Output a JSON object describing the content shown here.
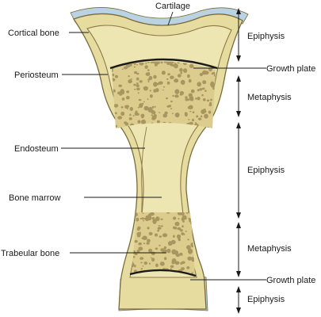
{
  "labels": {
    "cartilage": "Cartilage",
    "cortical_bone": "Cortical bone",
    "periosteum": "Periosteum",
    "endosteum": "Endosteum",
    "bone_marrow": "Bone marrow",
    "trabecular_bone": "Trabeular bone",
    "growth_plate_top": "Growth plate",
    "growth_plate_bottom": "Growth plate"
  },
  "regions": {
    "epiphysis_top": "Epiphysis",
    "metaphysis_top": "Metaphysis",
    "diaphysis": "Epiphysis",
    "metaphysis_bottom": "Metaphysis",
    "epiphysis_bottom": "Epiphysis"
  },
  "colors": {
    "cartilage": "#b9d3e3",
    "cortical": "#e6dca0",
    "outline": "#7a6a3a",
    "cortex_line": "#8c7a45",
    "marrow": "#ede5b2",
    "trabecular_fill": "#dccd8e",
    "trabecular_dots": "#a89560",
    "growth_plate": "#1a1a1a",
    "text": "#1a1a1a"
  }
}
